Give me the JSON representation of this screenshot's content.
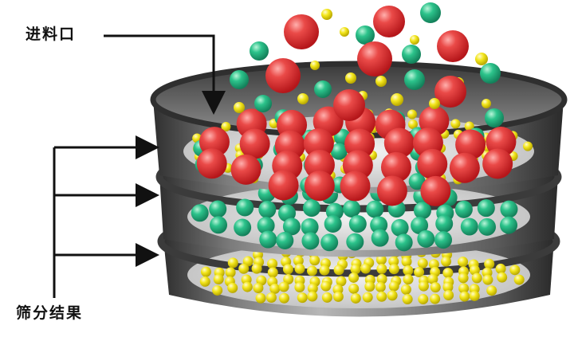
{
  "labels": {
    "feed_inlet": "进料口",
    "screening_result": "筛分结果"
  },
  "colors": {
    "large_particle": "#e2393a",
    "medium_particle": "#27b582",
    "small_particle": "#f2e21c",
    "sieve_metal": "#4a4a4a",
    "arrow": "#111111"
  },
  "layers": [
    {
      "name": "top-sieve",
      "particle": "large"
    },
    {
      "name": "middle-sieve",
      "particle": "medium"
    },
    {
      "name": "bottom-pan",
      "particle": "small"
    }
  ]
}
